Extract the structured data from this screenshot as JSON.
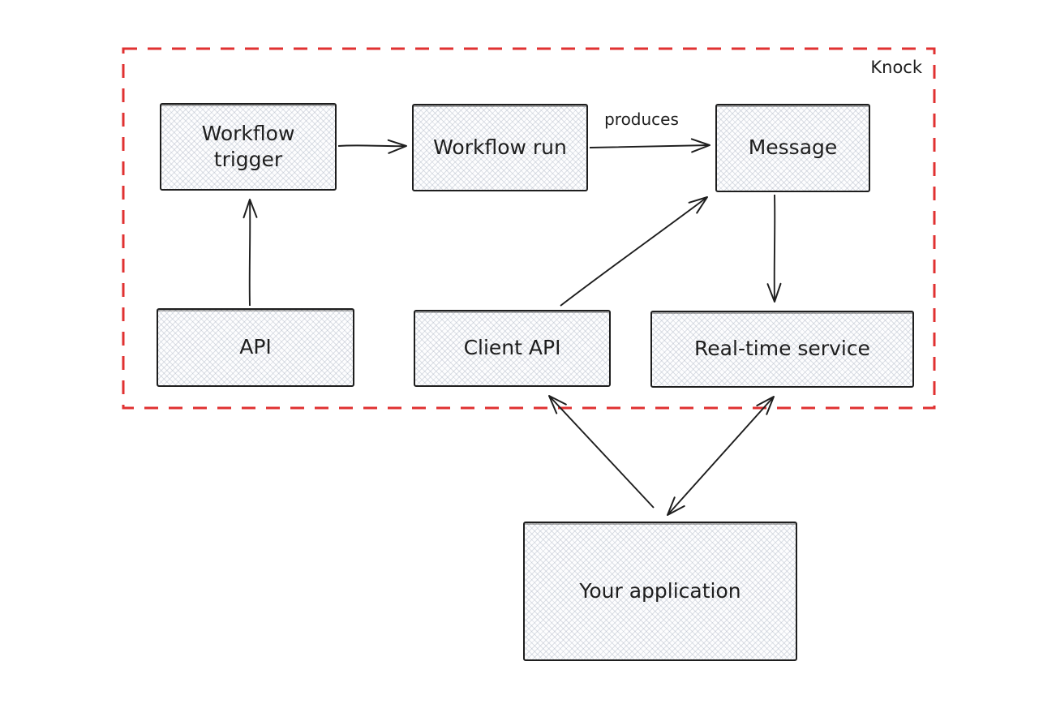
{
  "diagram": {
    "title": "Knock",
    "colors": {
      "boundary_red": "#e03131",
      "stroke": "#1e1e1e",
      "node_fill": "#fdfdfe",
      "hatch": "#b2bac7"
    },
    "nodes": {
      "workflow_trigger": {
        "label": "Workflow trigger"
      },
      "workflow_run": {
        "label": "Workflow run"
      },
      "message": {
        "label": "Message"
      },
      "api": {
        "label": "API"
      },
      "client_api": {
        "label": "Client API"
      },
      "realtime_service": {
        "label": "Real-time service"
      },
      "your_application": {
        "label": "Your application"
      }
    },
    "edges": [
      {
        "id": "trigger-to-run",
        "from": "Workflow trigger",
        "to": "Workflow run",
        "label": "",
        "bidirectional": false
      },
      {
        "id": "run-to-message",
        "from": "Workflow run",
        "to": "Message",
        "label": "produces",
        "bidirectional": false
      },
      {
        "id": "api-to-trigger",
        "from": "API",
        "to": "Workflow trigger",
        "label": "",
        "bidirectional": false
      },
      {
        "id": "message-to-realtime",
        "from": "Message",
        "to": "Real-time service",
        "label": "",
        "bidirectional": false
      },
      {
        "id": "clientapi-to-message",
        "from": "Client API",
        "to": "Message",
        "label": "",
        "bidirectional": false
      },
      {
        "id": "app-to-clientapi",
        "from": "Your application",
        "to": "Client API",
        "label": "",
        "bidirectional": false
      },
      {
        "id": "app-to-realtime",
        "from": "Your application",
        "to": "Real-time service",
        "label": "",
        "bidirectional": true
      }
    ]
  }
}
